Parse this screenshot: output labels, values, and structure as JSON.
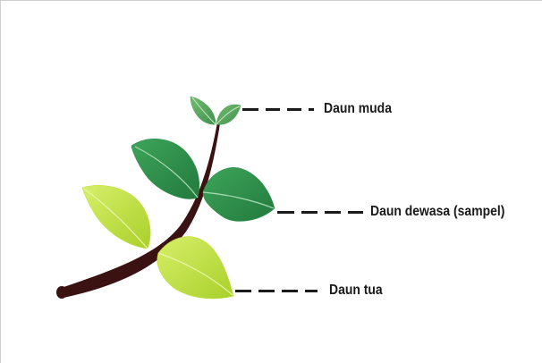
{
  "labels": {
    "young": "Daun muda",
    "mature": "Daun dewasa (sampel)",
    "old": "Daun tua"
  },
  "colors": {
    "stem": "#3a1212",
    "young_leaf": "#56a25e",
    "mature_leaf": "#2f8d4b",
    "old_leaf": "#bfe03a",
    "leader_line": "#1a1a1a"
  }
}
